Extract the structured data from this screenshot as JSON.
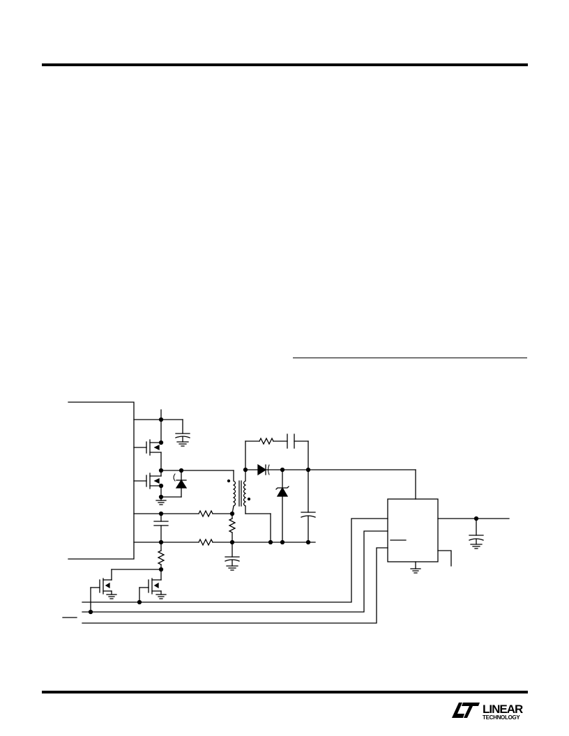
{
  "document": {
    "type": "datasheet page",
    "header": {
      "title": ""
    },
    "logo": {
      "brand": "LINEAR",
      "sub": "TECHNOLOGY",
      "icon": "lt-logo-icon"
    }
  },
  "schematic": {
    "icons": [
      "mosfet-icon",
      "diode-icon",
      "zener-icon",
      "capacitor-icon",
      "resistor-icon",
      "transformer-icon",
      "ground-icon"
    ],
    "colors": {
      "ink": "#000000",
      "paper": "#ffffff"
    }
  }
}
